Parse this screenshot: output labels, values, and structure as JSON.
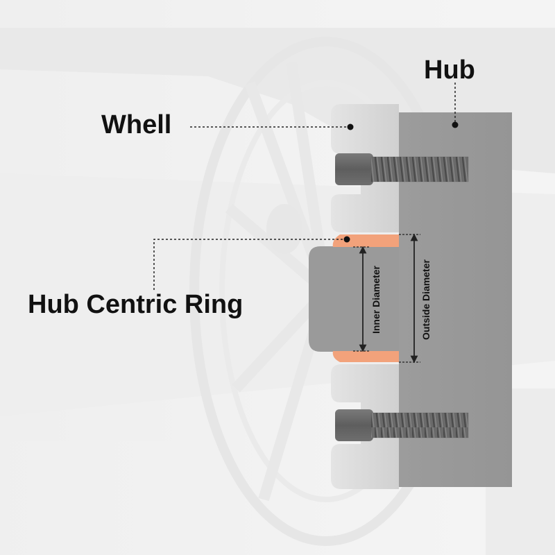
{
  "labels": {
    "hub": "Hub",
    "wheel": "Whell",
    "ring": "Hub Centric Ring",
    "inner_diameter": "Inner Diameter",
    "outside_diameter": "Outside Diameter"
  },
  "colors": {
    "background": "#f3f3f3",
    "hub": "#9a9a9a",
    "wheel": "#d9d9d9",
    "ring": "#f2a27b",
    "bolt": "#666666",
    "leader_line": "#222222"
  },
  "icons": [
    "car-wheel-background",
    "bolt-icon"
  ]
}
